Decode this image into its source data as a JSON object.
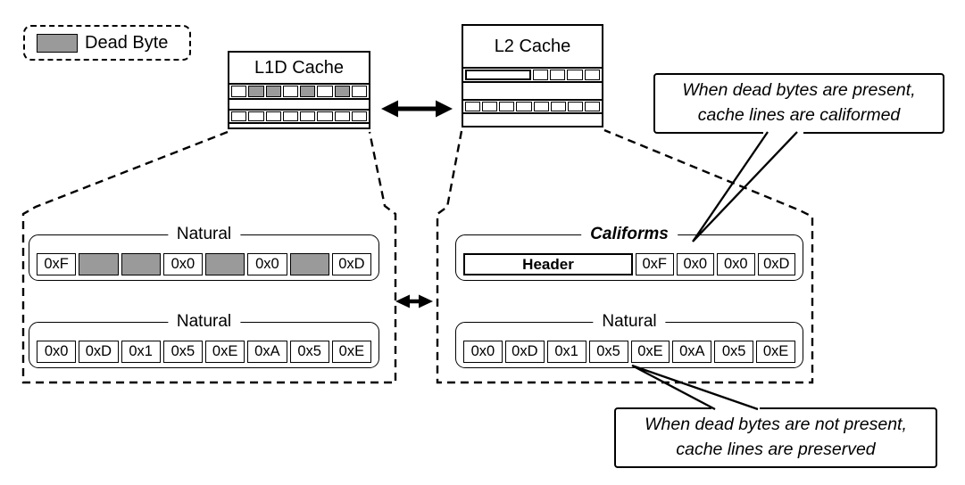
{
  "colors": {
    "ink": "#000000",
    "dead_byte": "#9a9a9a",
    "background": "#ffffff"
  },
  "legend": {
    "label": "Dead Byte"
  },
  "caches": {
    "l1d": {
      "title": "L1D Cache",
      "line1": [
        "live",
        "dead",
        "dead",
        "live",
        "dead",
        "live",
        "dead",
        "live"
      ],
      "line2": [
        "live",
        "live",
        "live",
        "live",
        "live",
        "live",
        "live",
        "live"
      ]
    },
    "l2": {
      "title": "L2 Cache",
      "califormed_line_cells": [
        "live",
        "live",
        "live",
        "live"
      ],
      "line2": [
        "live",
        "live",
        "live",
        "live",
        "live",
        "live",
        "live",
        "live"
      ]
    }
  },
  "left_region": {
    "lines": [
      {
        "label": "Natural",
        "cells": [
          {
            "text": "0xF"
          },
          {
            "dead": true
          },
          {
            "dead": true
          },
          {
            "text": "0x0"
          },
          {
            "dead": true
          },
          {
            "text": "0x0"
          },
          {
            "dead": true
          },
          {
            "text": "0xD"
          }
        ]
      },
      {
        "label": "Natural",
        "cells": [
          {
            "text": "0x0"
          },
          {
            "text": "0xD"
          },
          {
            "text": "0x1"
          },
          {
            "text": "0x5"
          },
          {
            "text": "0xE"
          },
          {
            "text": "0xA"
          },
          {
            "text": "0x5"
          },
          {
            "text": "0xE"
          }
        ]
      }
    ]
  },
  "right_region": {
    "lines": [
      {
        "label": "Califorms",
        "header": "Header",
        "cells": [
          {
            "text": "0xF"
          },
          {
            "text": "0x0"
          },
          {
            "text": "0x0"
          },
          {
            "text": "0xD"
          }
        ]
      },
      {
        "label": "Natural",
        "cells": [
          {
            "text": "0x0"
          },
          {
            "text": "0xD"
          },
          {
            "text": "0x1"
          },
          {
            "text": "0x5"
          },
          {
            "text": "0xE"
          },
          {
            "text": "0xA"
          },
          {
            "text": "0x5"
          },
          {
            "text": "0xE"
          }
        ]
      }
    ]
  },
  "callouts": {
    "califormed": {
      "line1": "When dead bytes are present,",
      "line2": "cache lines are califormed"
    },
    "preserved": {
      "line1": "When dead bytes are not present,",
      "line2": "cache lines are preserved"
    }
  }
}
